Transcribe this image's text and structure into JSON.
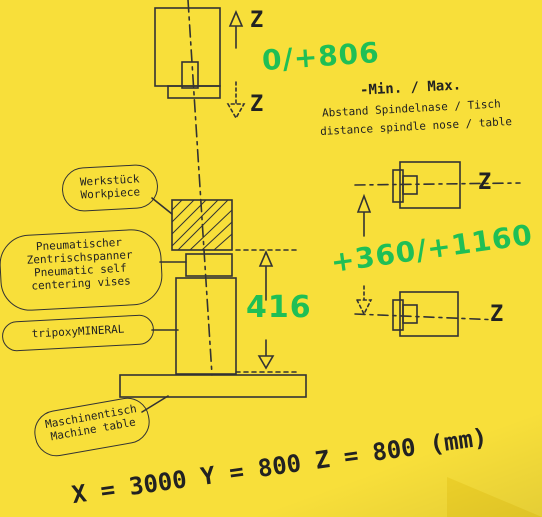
{
  "axes": {
    "z_top": "Z",
    "z_mid": "Z",
    "z_right_top": "Z",
    "z_right_bottom": "Z"
  },
  "z_range": "0/+806",
  "min_max": "-Min. / Max.",
  "distance_de": "Abstand Spindelnase / Tisch",
  "distance_en": "distance spindle nose / table",
  "workpiece_de": "Werkstück",
  "workpiece_en": "Workpiece",
  "vise_de_1": "Pneumatischer",
  "vise_de_2": "Zentrischspanner",
  "vise_en_1": "Pneumatic self",
  "vise_en_2": "centering vises",
  "mineral": "tripoxyMINERAL",
  "table_de": "Maschinentisch",
  "table_en": "Machine table",
  "height_416": "416",
  "range_right": "+360/+1160",
  "travel": "X = 3000  Y = 800  Z = 800 (mm)",
  "colors": {
    "paper": "#f8df3a",
    "ink": "#222222",
    "green": "#1fbf55"
  }
}
